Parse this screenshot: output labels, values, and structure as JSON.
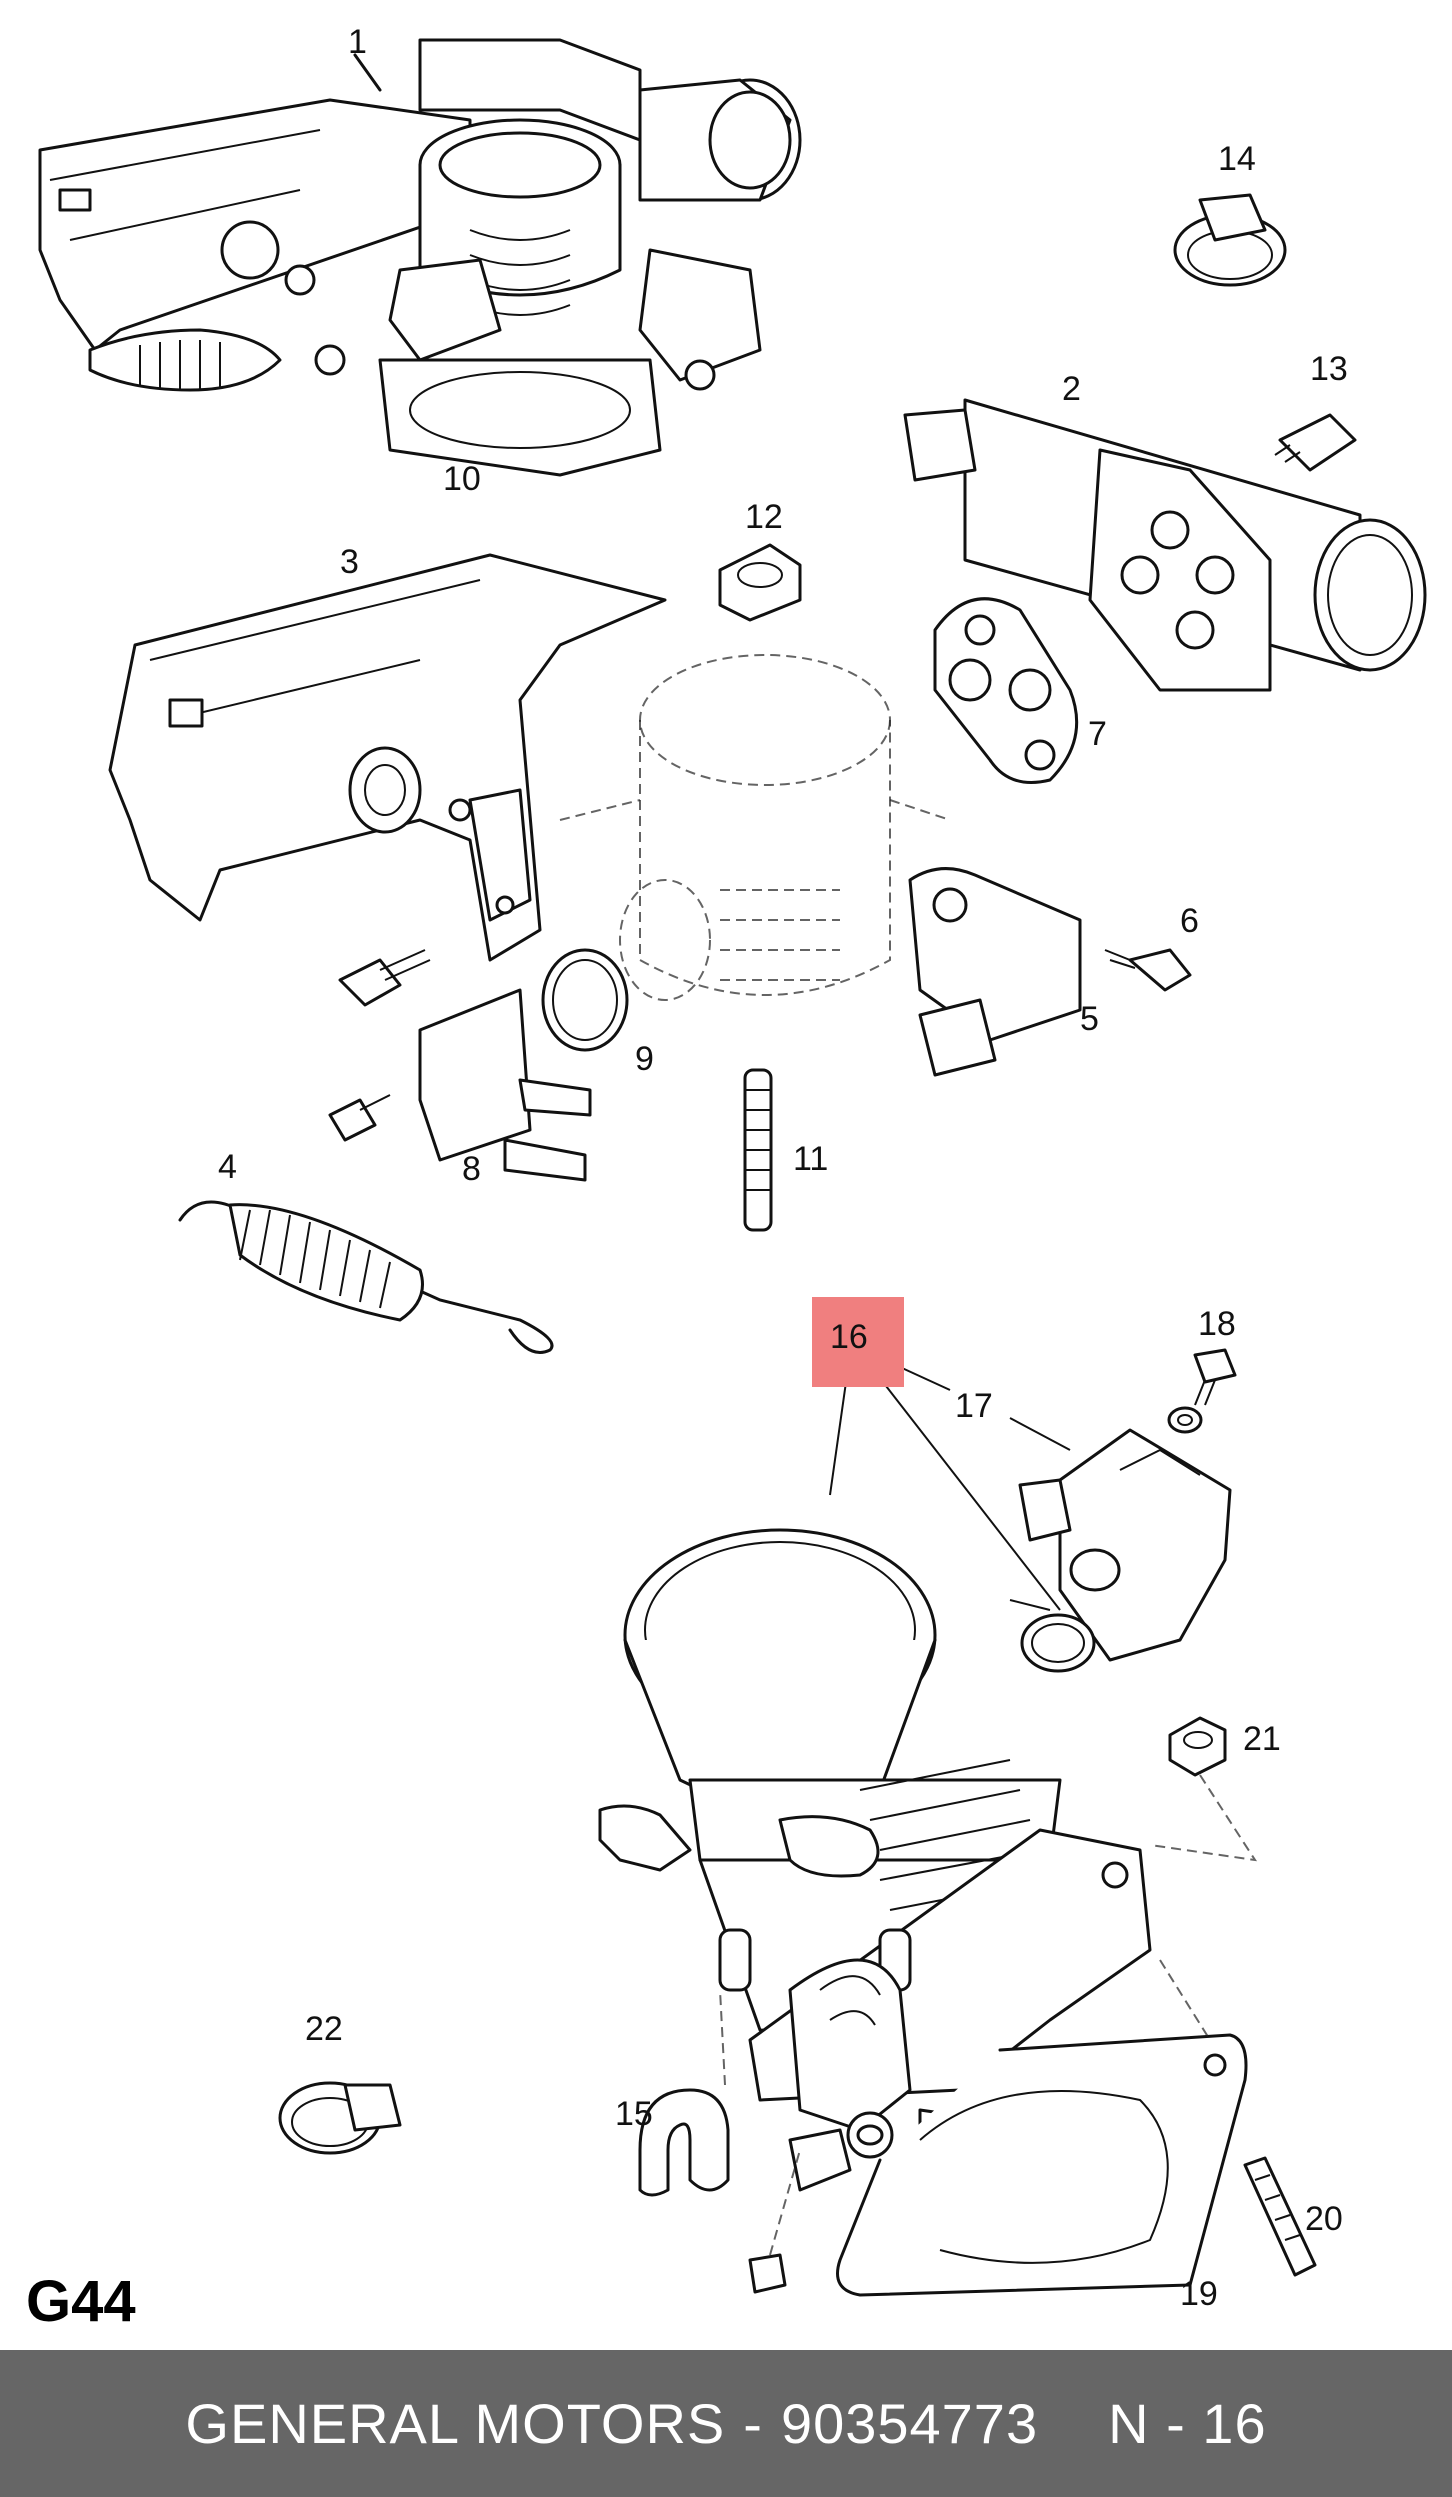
{
  "page_label": "G44",
  "highlight_color": "#f07f7f",
  "footer": {
    "brand": "GENERAL MOTORS",
    "dash": "-",
    "part_number": "90354773",
    "ref": "N - 16"
  },
  "callouts": {
    "c1": "1",
    "c2": "2",
    "c3": "3",
    "c4": "4",
    "c5": "5",
    "c6": "6",
    "c7": "7",
    "c8": "8",
    "c9": "9",
    "c10": "10",
    "c11": "11",
    "c12": "12",
    "c13": "13",
    "c14": "14",
    "c15": "15",
    "c16": "16",
    "c17": "17",
    "c18": "18",
    "c19": "19",
    "c20": "20",
    "c21": "21",
    "c22": "22"
  }
}
